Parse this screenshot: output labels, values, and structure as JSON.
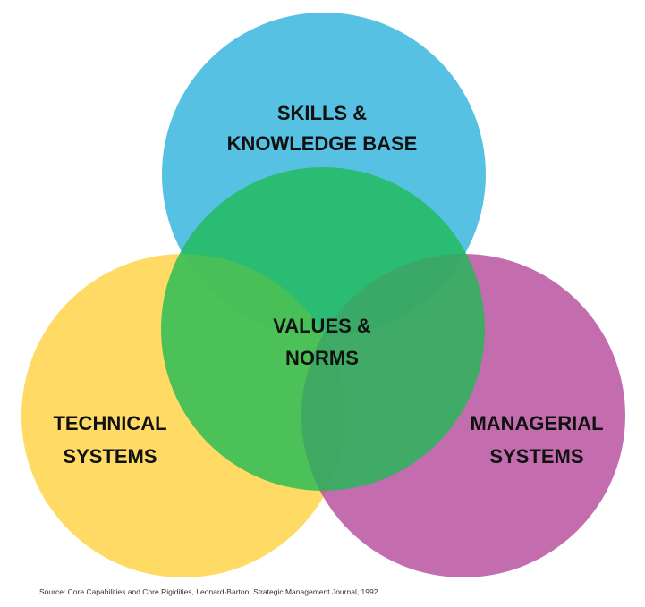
{
  "diagram": {
    "circles": {
      "skills": {
        "line1": "SKILLS &",
        "line2": "KNOWLEDGE BASE",
        "color": "#3fb8df"
      },
      "technical": {
        "line1": "TECHNICAL",
        "line2": "SYSTEMS",
        "color": "#ffd54f"
      },
      "managerial": {
        "line1": "MANAGERIAL",
        "line2": "SYSTEMS",
        "color": "#b64d9e"
      },
      "values": {
        "line1": "VALUES &",
        "line2": "NORMS",
        "color": "#1fba55"
      }
    },
    "source": "Source: Core Capabilities and Core Rigidities, Leonard-Barton, Strategic Management Journal, 1992"
  }
}
